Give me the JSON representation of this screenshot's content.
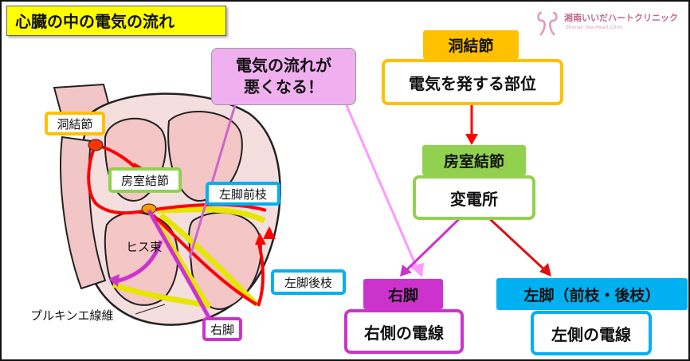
{
  "title": "心臓の中の電気の流れ",
  "logo": {
    "text": "湘南いいだハートクリニック",
    "subtext": "Shonan Iida Heart Clinic"
  },
  "callout": {
    "line1": "電気の流れが",
    "line2": "悪くなる！"
  },
  "heart_labels": {
    "sa_node": "洞結節",
    "av_node": "房室結節",
    "his_bundle": "ヒス束",
    "left_anterior": "左脚前枝",
    "left_posterior": "左脚後枝",
    "purkinje": "プルキンエ線維",
    "right_bundle": "右脚"
  },
  "flow": {
    "sa": {
      "header": "洞結節",
      "desc": "電気を発する部位"
    },
    "av": {
      "header": "房室結節",
      "desc": "変電所"
    },
    "right": {
      "header": "右脚",
      "desc": "右側の電線"
    },
    "left": {
      "header": "左脚（前枝・後枝）",
      "desc": "左側の電線"
    }
  },
  "colors": {
    "sa": "#ffc000",
    "av": "#92d050",
    "right": "#cc33cc",
    "left": "#00b0f0",
    "arrow_red": "#ff0000",
    "heart_pink": "#f5c6c6",
    "callout": "#f0b0f0"
  }
}
